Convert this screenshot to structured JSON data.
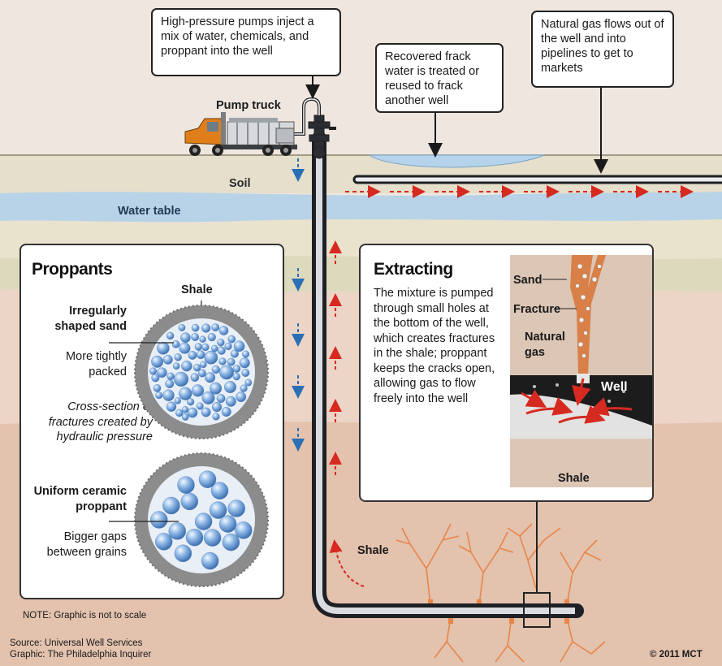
{
  "callouts": {
    "pumps": "High-pressure pumps inject a mix of water, chemicals, and proppant into the well",
    "frack_water": "Recovered frack water is treated or reused to frack another well",
    "gas_flow": "Natural gas flows out of the well and into pipelines to get to markets"
  },
  "labels": {
    "pump_truck": "Pump truck",
    "soil": "Soil",
    "water_table": "Water table",
    "shale": "Shale"
  },
  "proppants": {
    "title": "Proppants",
    "shale_label": "Shale",
    "sand_title": "Irregularly shaped sand",
    "sand_desc": "More tightly packed",
    "cross_section": "Cross-section of fractures created by hydraulic pressure",
    "ceramic_title": "Uniform ceramic proppant",
    "ceramic_desc": "Bigger gaps between grains"
  },
  "extracting": {
    "title": "Extracting",
    "body": "The mixture is pumped through small holes at the bottom of the well, which creates fractures in the shale; proppant keeps the cracks open, allowing gas to flow freely into the well",
    "sand": "Sand",
    "fracture": "Fracture",
    "natural_gas": "Natural gas",
    "well": "Well",
    "shale": "Shale"
  },
  "footer": {
    "note": "NOTE: Graphic is not to scale",
    "source": "Source: Universal Well Services",
    "graphic": "Graphic: The Philadelphia Inquirer",
    "copyright": "© 2011 MCT"
  },
  "colors": {
    "sky": "#efe7df",
    "soil": "#e4ddc8",
    "water": "#b9d4e8",
    "pipe": "#1e2024",
    "arrow_red": "#d62a20",
    "arrow_blue": "#2b6fb4",
    "fracture": "#e8864a"
  }
}
